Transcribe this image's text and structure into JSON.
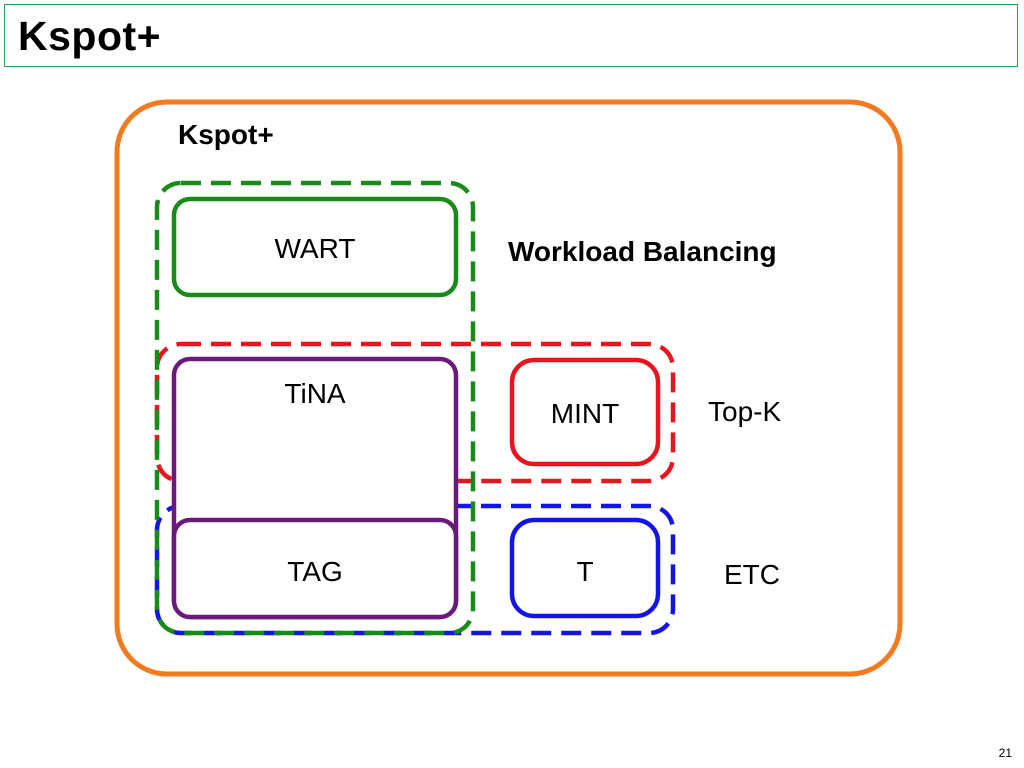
{
  "slide": {
    "title": "Kspot+",
    "page_number": "21"
  },
  "diagram": {
    "container_label": "Kspot+",
    "boxes": {
      "wart": "WART",
      "tina": "TiNA",
      "mint": "MINT",
      "tag": "TAG",
      "t": "T"
    },
    "groups": {
      "workload_balancing": "Workload Balancing",
      "top_k": "Top-K",
      "etc": "ETC"
    },
    "colors": {
      "container": "#f47a1f",
      "workload_balancing": "#1a8a1a",
      "top_k": "#e8141e",
      "etc": "#1414e6",
      "tina_tag": "#6a1a78",
      "title_border": "#2e9e57"
    }
  }
}
